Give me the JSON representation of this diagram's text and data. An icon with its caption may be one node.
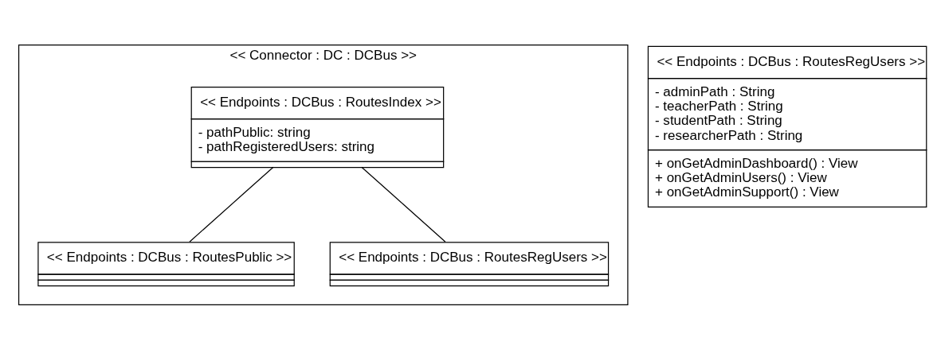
{
  "diagram": {
    "nodes": [
      {
        "text": [
          "<< Connector : DC : DCBus >>"
        ]
      },
      {
        "text": [
          "<< Endpoints : DCBus : RoutesIndex >>",
          "- pathPublic: string",
          "- pathRegisteredUsers: string"
        ],
        "in": 0
      },
      {
        "text": [
          "<< Endpoints : DCBus : RoutesPublic >>"
        ],
        "in": 0
      },
      {
        "text": [
          "<< Endpoints : DCBus : RoutesRegUsers >>"
        ],
        "in": 0
      },
      {
        "text": [
          "<< Endpoints : DCBus : RoutesRegUsers >>",
          "- adminPath : String",
          "- teacherPath : String",
          "- studentPath : String",
          "- researcherPath : String",
          "+ onGetAdminDashboard() : View",
          "+ onGetAdminUsers() : View",
          "+ onGetAdminSupport() : View"
        ]
      }
    ],
    "edges": [
      {
        "from": 1,
        "to": 2,
        "arrow": "none"
      },
      {
        "from": 1,
        "to": 3,
        "arrow": "none"
      }
    ]
  }
}
